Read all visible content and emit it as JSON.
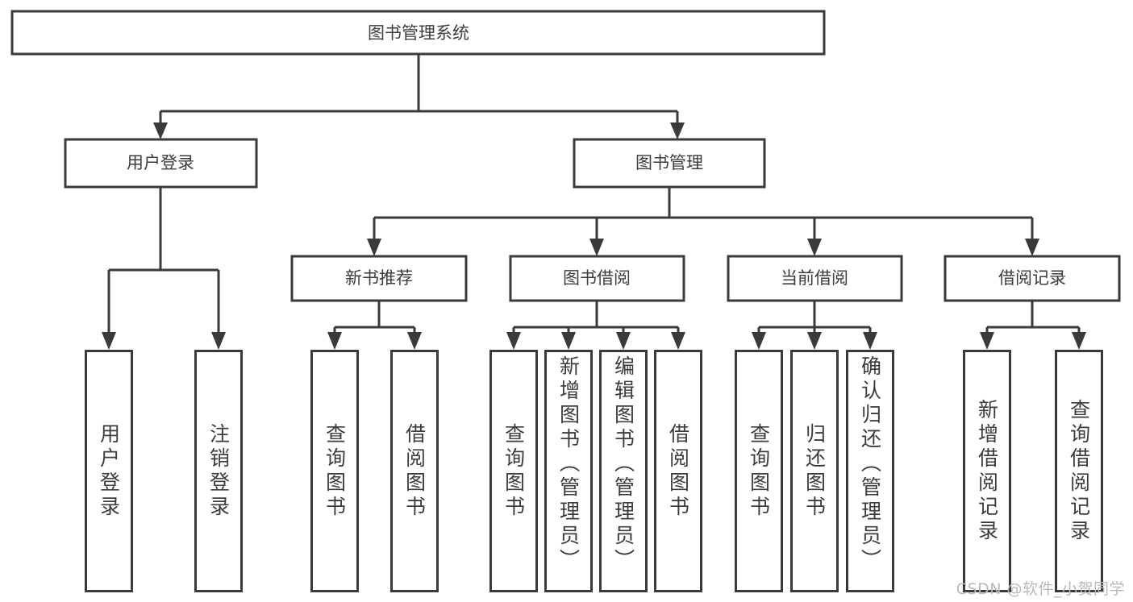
{
  "diagram": {
    "title": "图书管理系统",
    "type": "tree-hierarchy",
    "root": {
      "label": "图书管理系统"
    },
    "level2": [
      {
        "label": "用户登录"
      },
      {
        "label": "图书管理"
      }
    ],
    "level3": [
      {
        "label": "新书推荐"
      },
      {
        "label": "图书借阅"
      },
      {
        "label": "当前借阅"
      },
      {
        "label": "借阅记录"
      }
    ],
    "leaves": {
      "user_login": [
        {
          "label": "用户登录"
        },
        {
          "label": "注销登录"
        }
      ],
      "new_book_recommend": [
        {
          "label": "查询图书"
        },
        {
          "label": "借阅图书"
        }
      ],
      "book_borrow": [
        {
          "label": "查询图书"
        },
        {
          "label": "新增图书（管理员）"
        },
        {
          "label": "编辑图书（管理员）"
        },
        {
          "label": "借阅图书"
        }
      ],
      "current_borrow": [
        {
          "label": "查询图书"
        },
        {
          "label": "归还图书"
        },
        {
          "label": "确认归还（管理员）"
        }
      ],
      "borrow_record": [
        {
          "label": "新增借阅记录"
        },
        {
          "label": "查询借阅记录"
        }
      ]
    }
  },
  "watermark": {
    "text": "CSDN @软件_小贺同学"
  },
  "colors": {
    "box_stroke": "#3a3a3a",
    "background": "#ffffff",
    "text": "#3c3c3c",
    "watermark": "#b9b9b9"
  }
}
